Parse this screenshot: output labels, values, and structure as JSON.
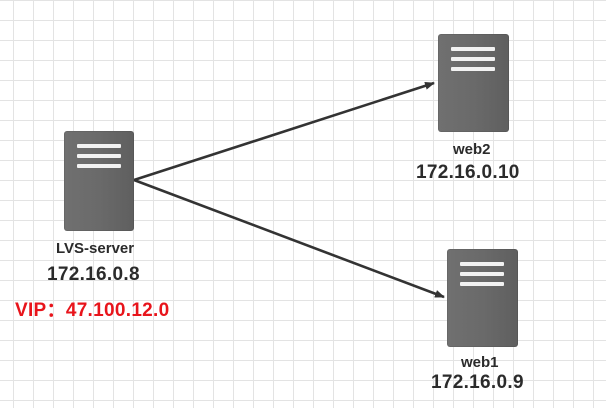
{
  "nodes": {
    "lvs": {
      "name": "LVS-server",
      "ip": "172.16.0.8",
      "vip": "VIP：47.100.12.0"
    },
    "web2": {
      "name": "web2",
      "ip": "172.16.0.10"
    },
    "web1": {
      "name": "web1",
      "ip": "172.16.0.9"
    }
  },
  "colors": {
    "server": "#6b6b6b",
    "edge": "#333333",
    "vip": "#e8141b",
    "grid": "#e3e3e3"
  },
  "icons": [
    "server-icon",
    "arrow"
  ]
}
